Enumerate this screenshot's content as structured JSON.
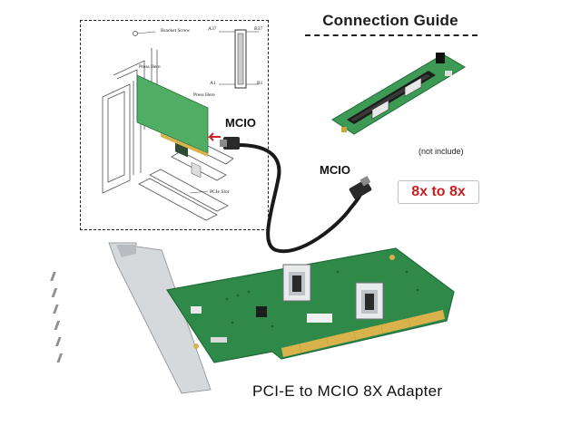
{
  "guide": {
    "title": "Connection Guide",
    "not_include": "(not include)",
    "ratio": "8x to 8x"
  },
  "install_diagram": {
    "bracket_screw": "Bracket Screw",
    "press_here_1": "Press Here",
    "press_here_2": "Press Here",
    "pcie_slot": "PCIe Slot",
    "pin_a37": "A37",
    "pin_b37": "B37",
    "pin_a1": "A1",
    "pin_b1": "B1"
  },
  "cable": {
    "label_top": "MCIO",
    "label_bottom": "MCIO"
  },
  "caption": "PCI-E  to MCIO 8X Adapter",
  "colors": {
    "pcb_green": "#2f8a4a",
    "pcb_dark": "#1f6b37",
    "gold_finger": "#d8b24a",
    "bracket_silver": "#c9ccd0",
    "ratio_red": "#cc1f1f"
  }
}
